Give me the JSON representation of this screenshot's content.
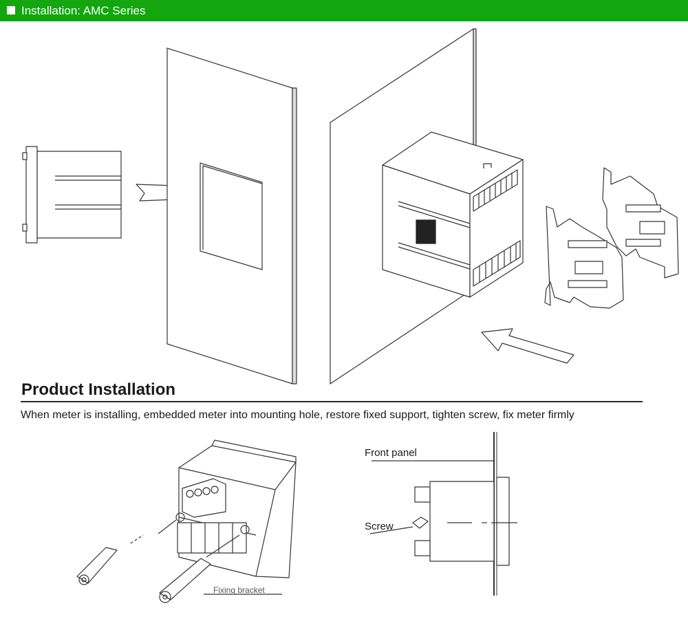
{
  "header": {
    "title": "Installation: AMC Series",
    "color": "#13a60f"
  },
  "section": {
    "title": "Product Installation",
    "description": "When meter is installing, embedded meter into mounting hole, restore fixed support, tighten screw, fix meter firmly"
  },
  "labels": {
    "front_panel": "Front panel",
    "screw": "Screw",
    "fixing_bracket": "Fixing bracket"
  }
}
